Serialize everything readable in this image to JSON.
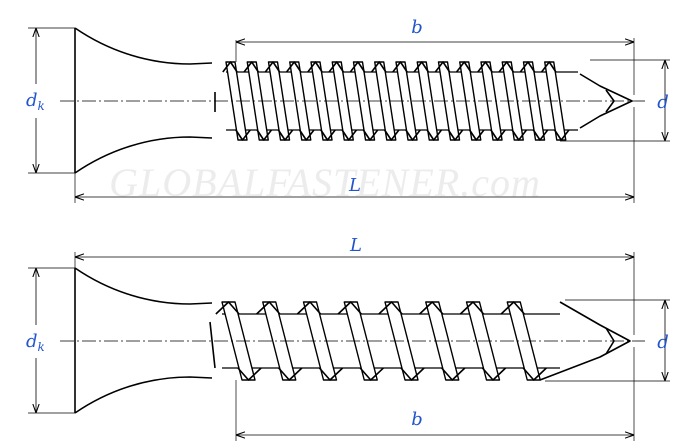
{
  "watermark": "GLOBALFASTENER.com",
  "colors": {
    "label": "#2255cc",
    "watermark": "#ececec",
    "line": "#000000"
  },
  "labels": {
    "top": {
      "b": "b",
      "d": "d",
      "dk_main": "d",
      "dk_sub": "k",
      "L": "L"
    },
    "bottom": {
      "L": "L",
      "d": "d",
      "dk_main": "d",
      "dk_sub": "k",
      "b": "b"
    }
  },
  "screws": [
    {
      "view": "top",
      "thread": "fine",
      "pitch_count": 16
    },
    {
      "view": "bottom",
      "thread": "coarse",
      "pitch_count": 8
    }
  ]
}
